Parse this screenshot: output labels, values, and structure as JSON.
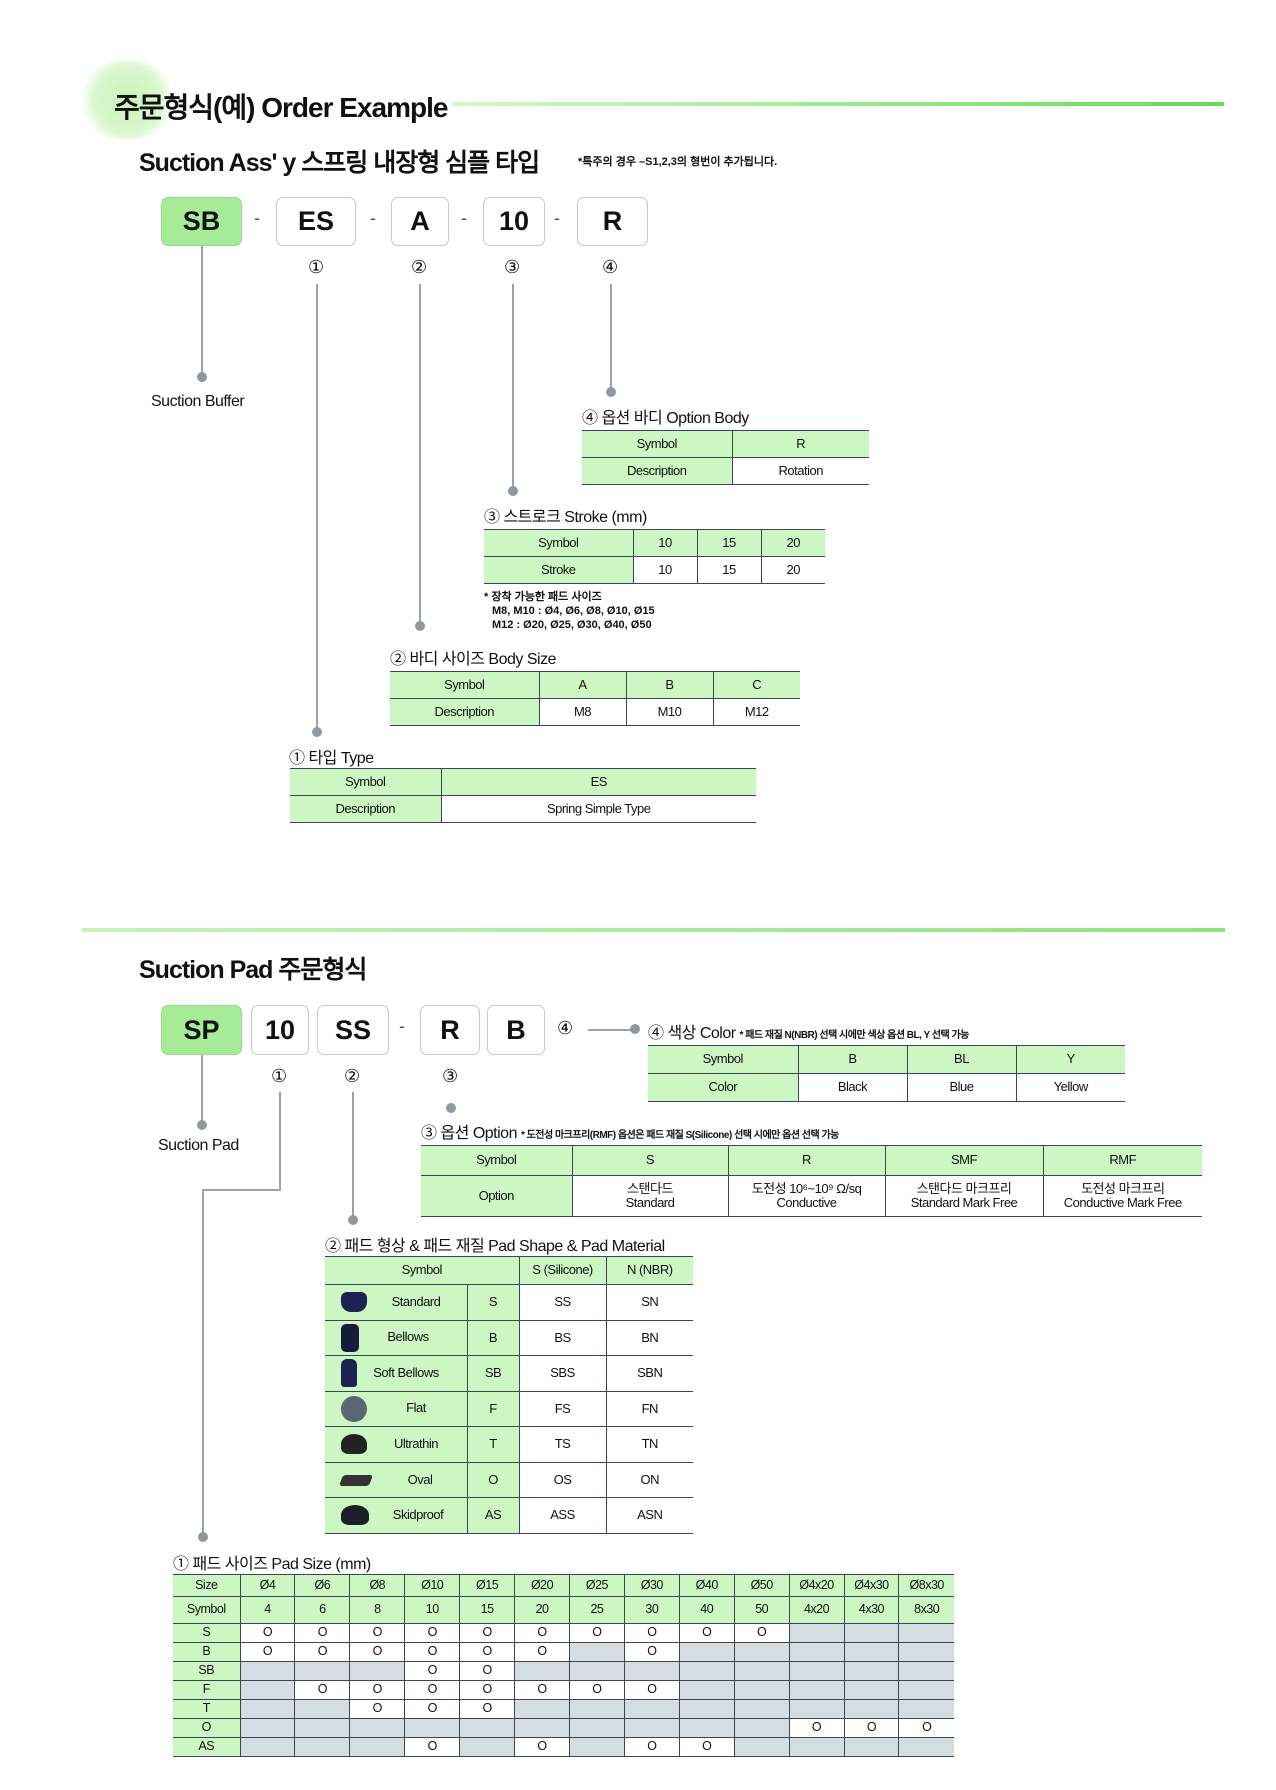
{
  "header": {
    "title": "주문형식(예) Order Example",
    "subtitle": "Suction Ass' y 스프링 내장형 심플 타입",
    "subtitle_note": "*특주의 경우 –S1,2,3의 형번이 추가됩니다."
  },
  "buffer": {
    "codes": [
      "SB",
      "ES",
      "A",
      "10",
      "R"
    ],
    "dash": "-",
    "markers": [
      "①",
      "②",
      "③",
      "④"
    ],
    "label": "Suction Buffer",
    "option_body": {
      "title": "④ 옵션 바디 Option Body",
      "rows": [
        [
          "Symbol",
          "R"
        ],
        [
          "Description",
          "Rotation"
        ]
      ]
    },
    "stroke": {
      "title": "③ 스트로크 Stroke (mm)",
      "rows": [
        [
          "Symbol",
          "10",
          "15",
          "20"
        ],
        [
          "Stroke",
          "10",
          "15",
          "20"
        ]
      ],
      "note": [
        "* 장착 가능한 패드 사이즈",
        "M8, M10 : Ø4, Ø6, Ø8, Ø10, Ø15",
        "M12 : Ø20, Ø25, Ø30, Ø40, Ø50"
      ]
    },
    "body_size": {
      "title": "② 바디 사이즈 Body Size",
      "rows": [
        [
          "Symbol",
          "A",
          "B",
          "C"
        ],
        [
          "Description",
          "M8",
          "M10",
          "M12"
        ]
      ]
    },
    "type": {
      "title": "① 타입 Type",
      "rows": [
        [
          "Symbol",
          "ES"
        ],
        [
          "Description",
          "Spring Simple Type"
        ]
      ]
    }
  },
  "pad": {
    "title": "Suction Pad 주문형식",
    "codes": [
      "SP",
      "10",
      "SS",
      "R",
      "B"
    ],
    "dash": "-",
    "markers": [
      "①",
      "②",
      "③",
      "④"
    ],
    "label": "Suction Pad",
    "color": {
      "title": "④ 색상 Color",
      "note": "* 패드 재질 N(NBR) 선택 시에만 색상 옵션 BL, Y 선택 가능",
      "rows": [
        [
          "Symbol",
          "B",
          "BL",
          "Y"
        ],
        [
          "Color",
          "Black",
          "Blue",
          "Yellow"
        ]
      ]
    },
    "option": {
      "title": "③ 옵션 Option",
      "note": "* 도전성 마크프리(RMF) 옵션은 패드 재질 S(Silicone) 선택 시에만 옵션 선택 가능",
      "rows": [
        [
          "Symbol",
          "S",
          "R",
          "SMF",
          "RMF"
        ],
        [
          "Option",
          "스탠다드\nStandard",
          "도전성 10⁶~10⁹ Ω/sq\nConductive",
          "스탠다드 마크프리\nStandard Mark Free",
          "도전성 마크프리\nConductive Mark Free"
        ]
      ]
    },
    "shape": {
      "title": "② 패드 형상 & 패드 재질 Pad Shape & Pad Material",
      "header": [
        "Symbol",
        "S (Silicone)",
        "N (NBR)"
      ],
      "rows": [
        [
          "Standard",
          "S",
          "SS",
          "SN"
        ],
        [
          "Bellows",
          "B",
          "BS",
          "BN"
        ],
        [
          "Soft Bellows",
          "SB",
          "SBS",
          "SBN"
        ],
        [
          "Flat",
          "F",
          "FS",
          "FN"
        ],
        [
          "Ultrathin",
          "T",
          "TS",
          "TN"
        ],
        [
          "Oval",
          "O",
          "OS",
          "ON"
        ],
        [
          "Skidproof",
          "AS",
          "ASS",
          "ASN"
        ]
      ]
    },
    "size": {
      "title": "① 패드 사이즈 Pad Size (mm)",
      "sizes": [
        "Size",
        "Ø4",
        "Ø6",
        "Ø8",
        "Ø10",
        "Ø15",
        "Ø20",
        "Ø25",
        "Ø30",
        "Ø40",
        "Ø50",
        "Ø4x20",
        "Ø4x30",
        "Ø8x30"
      ],
      "symbols": [
        "Symbol",
        "4",
        "6",
        "8",
        "10",
        "15",
        "20",
        "25",
        "30",
        "40",
        "50",
        "4x20",
        "4x30",
        "8x30"
      ],
      "mark": "O",
      "rows": [
        {
          "type": "S",
          "avail": [
            1,
            1,
            1,
            1,
            1,
            1,
            1,
            1,
            1,
            1,
            0,
            0,
            0
          ]
        },
        {
          "type": "B",
          "avail": [
            1,
            1,
            1,
            1,
            1,
            1,
            0,
            1,
            0,
            0,
            0,
            0,
            0
          ]
        },
        {
          "type": "SB",
          "avail": [
            0,
            0,
            0,
            1,
            1,
            0,
            0,
            0,
            0,
            0,
            0,
            0,
            0
          ]
        },
        {
          "type": "F",
          "avail": [
            0,
            1,
            1,
            1,
            1,
            1,
            1,
            1,
            0,
            0,
            0,
            0,
            0
          ]
        },
        {
          "type": "T",
          "avail": [
            0,
            0,
            1,
            1,
            1,
            0,
            0,
            0,
            0,
            0,
            0,
            0,
            0
          ]
        },
        {
          "type": "O",
          "avail": [
            0,
            0,
            0,
            0,
            0,
            0,
            0,
            0,
            0,
            0,
            1,
            1,
            1
          ]
        },
        {
          "type": "AS",
          "avail": [
            0,
            0,
            0,
            1,
            0,
            1,
            0,
            1,
            1,
            0,
            0,
            0,
            0
          ]
        }
      ]
    }
  }
}
